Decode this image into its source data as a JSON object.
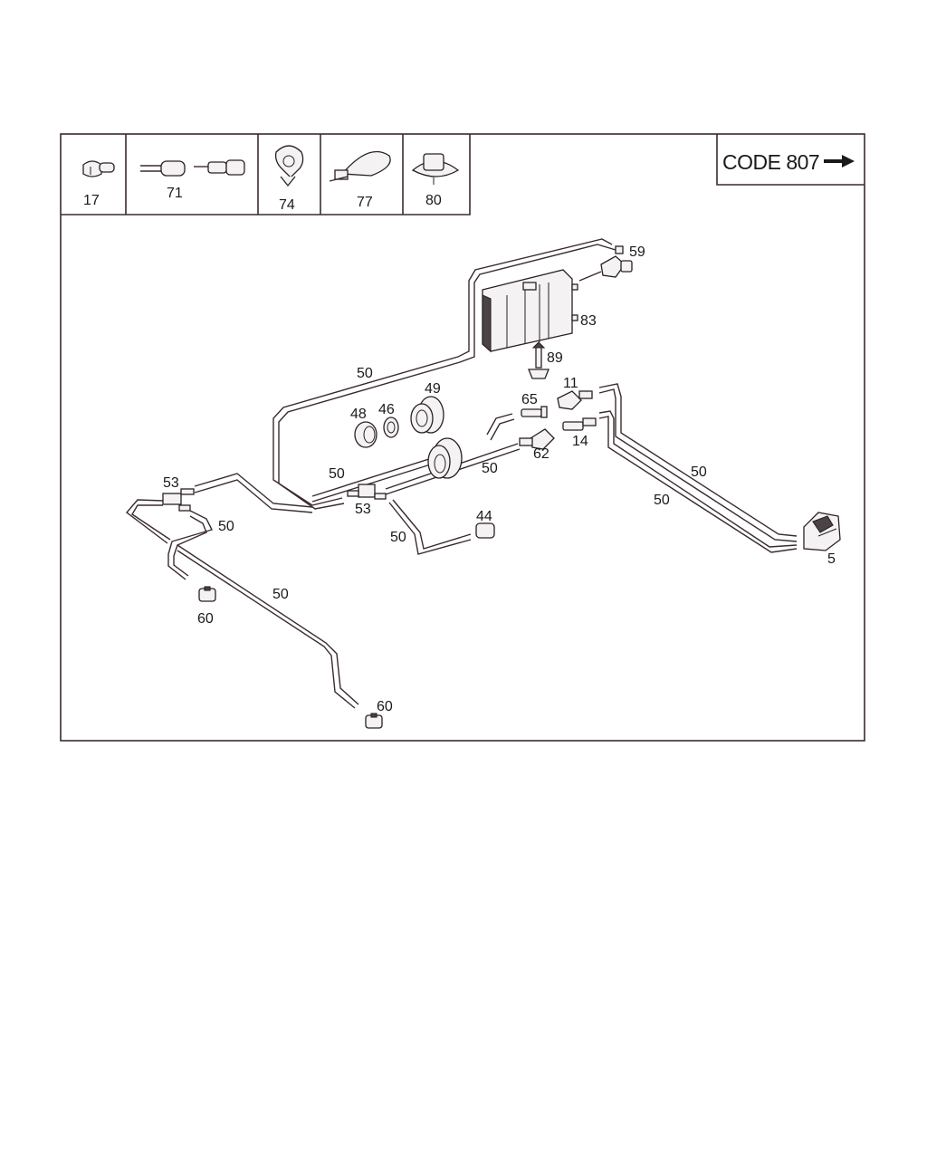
{
  "header": {
    "code_text": "CODE 807",
    "arrow_icon": "arrow-right-icon"
  },
  "legend": {
    "items": [
      {
        "label": "17",
        "icon": "push-rivet-icon"
      },
      {
        "label": "71",
        "icon": "hose-connector-icon"
      },
      {
        "label": "74",
        "icon": "clip-icon"
      },
      {
        "label": "77",
        "icon": "cable-tie-icon"
      },
      {
        "label": "80",
        "icon": "clip-nut-icon"
      }
    ]
  },
  "callouts": {
    "p59": "59",
    "p83": "83",
    "p89": "89",
    "p50_top": "50",
    "p49": "49",
    "p48": "48",
    "p46": "46",
    "p65": "65",
    "p11": "11",
    "p62": "62",
    "p14": "14",
    "p50_mid_left": "50",
    "p50_mid_right": "50",
    "p53_left": "53",
    "p53_center": "53",
    "p50_right_upper": "50",
    "p50_right_lower": "50",
    "p5": "5",
    "p44": "44",
    "p50_lower_center": "50",
    "p50_left_side": "50",
    "p50_long": "50",
    "p60_upper": "60",
    "p60_lower": "60"
  },
  "colors": {
    "line": "#3a2a2e",
    "text": "#1a1a1a",
    "background": "#ffffff"
  }
}
